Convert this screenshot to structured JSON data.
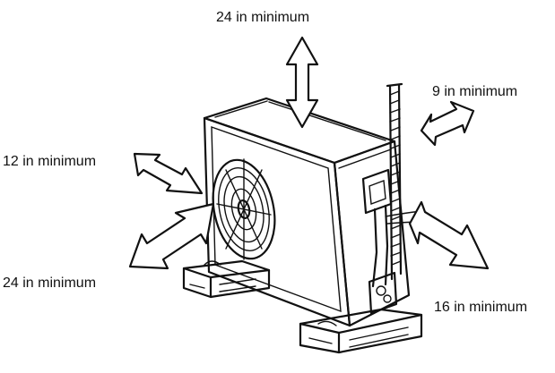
{
  "diagram": {
    "labels": {
      "top": "24 in minimum",
      "right_top": "9 in minimum",
      "left_upper": "12 in minimum",
      "left_lower": "24 in minimum",
      "right_bottom": "16 in minimum"
    }
  }
}
